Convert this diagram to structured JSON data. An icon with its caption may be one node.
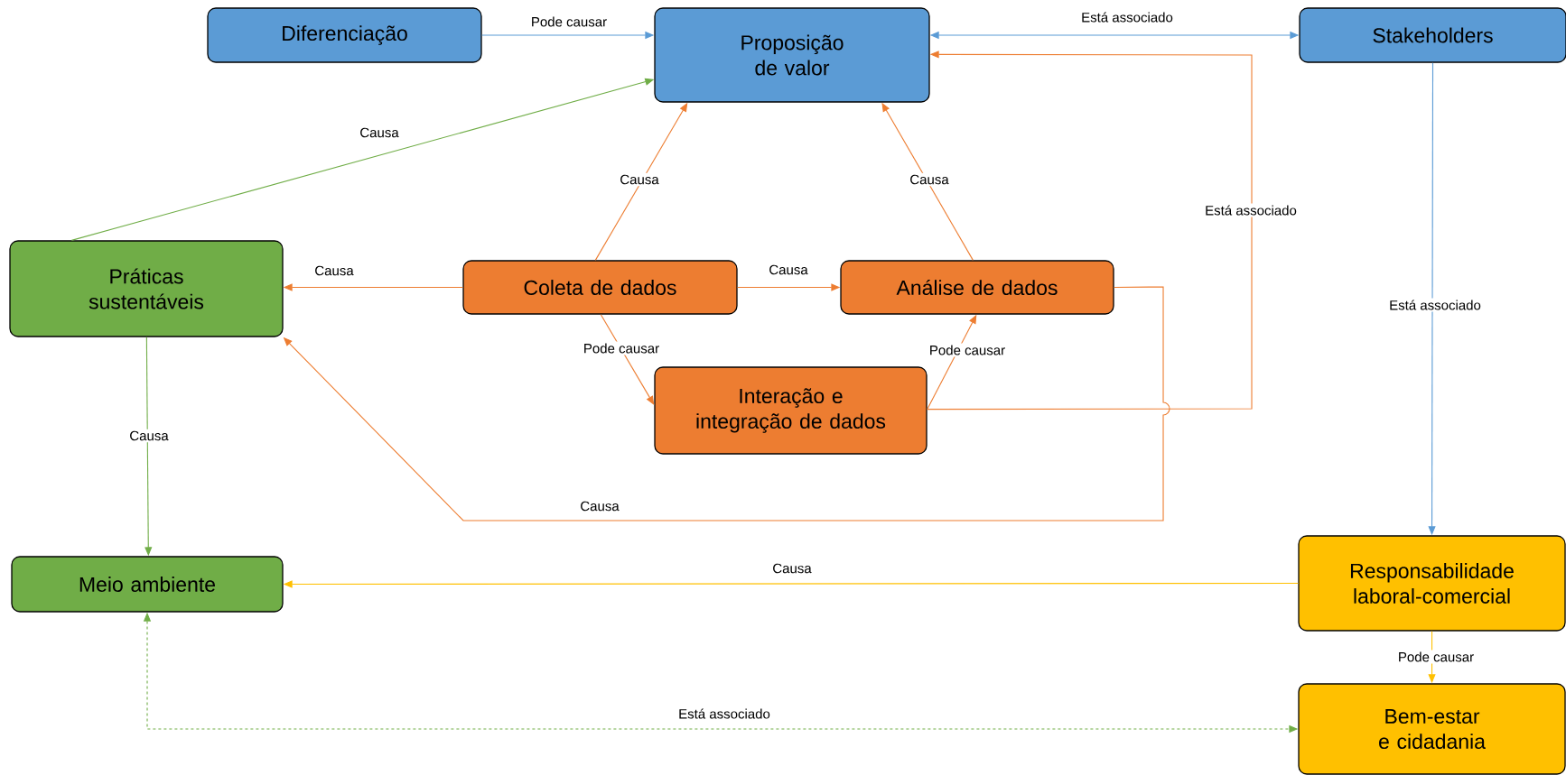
{
  "diagram": {
    "nodes": [
      {
        "text": [
          "Diferenciação"
        ]
      },
      {
        "text": [
          "Proposição de valor"
        ]
      },
      {
        "text": [
          "Stakeholders"
        ]
      },
      {
        "text": [
          "Práticas sustentáveis"
        ]
      },
      {
        "text": [
          "Coleta de dados"
        ]
      },
      {
        "text": [
          "Análise de dados"
        ]
      },
      {
        "text": [
          "Interação e integração de dados"
        ]
      },
      {
        "text": [
          "Meio ambiente"
        ]
      },
      {
        "text": [
          "Responsabilidade laboral-comercial"
        ]
      },
      {
        "text": [
          "Bem-estar e cidadania"
        ]
      }
    ],
    "edges": [
      {
        "from": 0,
        "to": 1,
        "arrow": "to",
        "label": "Pode causar",
        "color": "#5b9bd5"
      },
      {
        "from": 1,
        "to": 2,
        "arrow": "both",
        "label": "Está associado",
        "color": "#5b9bd5"
      },
      {
        "from": 3,
        "to": 1,
        "arrow": "to",
        "label": "Causa",
        "color": "#70ad47"
      },
      {
        "from": 4,
        "to": 1,
        "arrow": "to",
        "label": "Causa"
      },
      {
        "from": 5,
        "to": 1,
        "arrow": "to",
        "label": "Causa"
      },
      {
        "from": 4,
        "to": 3,
        "arrow": "to",
        "label": "Causa"
      },
      {
        "from": 4,
        "to": 5,
        "arrow": "to",
        "label": "Causa"
      },
      {
        "from": 4,
        "to": 6,
        "arrow": "to",
        "label": "Pode causar"
      },
      {
        "from": 6,
        "to": 5,
        "arrow": "to",
        "label": "Pode causar"
      },
      {
        "from": 6,
        "to": 1,
        "arrow": "to",
        "label": "Está associado"
      },
      {
        "from": 5,
        "to": 3,
        "arrow": "to",
        "label": "Causa"
      },
      {
        "from": 3,
        "to": 7,
        "arrow": "to",
        "label": "Causa",
        "color": "#70ad47"
      },
      {
        "from": 2,
        "to": 8,
        "arrow": "to",
        "label": "Está associado",
        "color": "#5b9bd5"
      },
      {
        "from": 8,
        "to": 7,
        "arrow": "to",
        "label": "Causa",
        "color": "#ffc000"
      },
      {
        "from": 8,
        "to": 9,
        "arrow": "to",
        "label": "Pode causar",
        "color": "#ffc000"
      },
      {
        "from": 7,
        "to": 9,
        "arrow": "both",
        "label": "Está associado",
        "style": "dashed",
        "color": "#70ad47"
      }
    ]
  }
}
